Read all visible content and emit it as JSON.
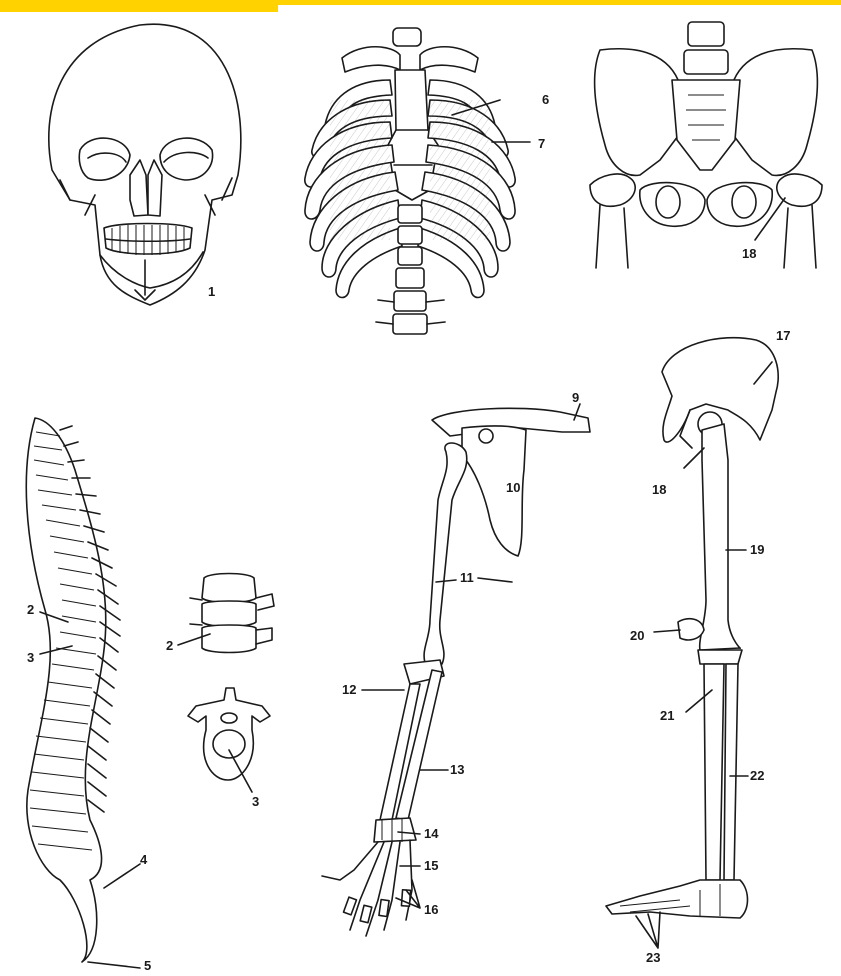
{
  "accent_color": "#ffd200",
  "labels": {
    "n1": "1",
    "n2a": "2",
    "n3a": "3",
    "n2b": "2",
    "n3b": "3",
    "n4": "4",
    "n5": "5",
    "n6": "6",
    "n7": "7",
    "n9": "9",
    "n10": "10",
    "n11": "11",
    "n12": "12",
    "n13": "13",
    "n14": "14",
    "n15": "15",
    "n16": "16",
    "n17": "17",
    "n18a": "18",
    "n18b": "18",
    "n19": "19",
    "n20": "20",
    "n21": "21",
    "n22": "22",
    "n23": "23"
  }
}
